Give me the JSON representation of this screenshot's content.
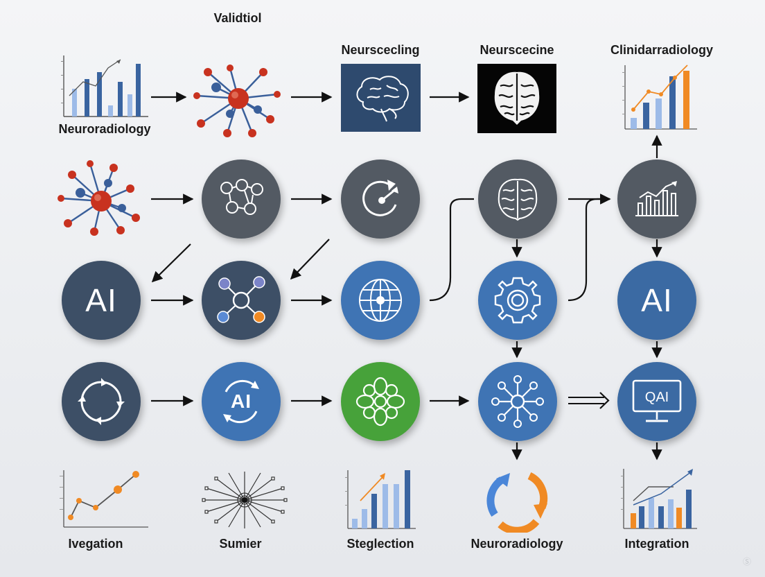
{
  "labels": {
    "top_validtiol": "Validtiol",
    "top_neurscecling": "Neurscecling",
    "top_neurscecine": "Neurscecine",
    "top_clinidarradiology": "Clinidarradiology",
    "neuroradiology_top": "Neuroradiology",
    "bottom_ivegation": "Ivegation",
    "bottom_sumier": "Sumier",
    "bottom_steglection": "Steglection",
    "bottom_neuroradiology": "Neuroradiology",
    "bottom_integration": "Integration"
  },
  "nodes": {
    "ai_left": "AI",
    "ai_right": "AI",
    "ai_cycle": "AI",
    "qai_monitor": "QAI"
  },
  "colors": {
    "dark_navy": "#3d4f66",
    "slate_grey": "#535a63",
    "blue": "#3f74b4",
    "green": "#47a23a",
    "orange": "#f08a24",
    "molecule_red": "#c8321f",
    "molecule_blue": "#3a5f9a"
  },
  "icons": [
    "bar-chart-icon",
    "molecule-icon",
    "brain-scan-icon",
    "brain-xray-icon",
    "network-nodes-icon",
    "refresh-arrow-icon",
    "brain-icon",
    "chart-growth-icon",
    "hub-network-icon",
    "globe-icon",
    "gear-icon",
    "cycle-arrows-icon",
    "ai-cycle-icon",
    "flower-network-icon",
    "radial-network-icon",
    "monitor-icon",
    "line-chart-icon",
    "starburst-icon",
    "orange-blue-cycle-icon"
  ],
  "watermark": "Ⓢ"
}
